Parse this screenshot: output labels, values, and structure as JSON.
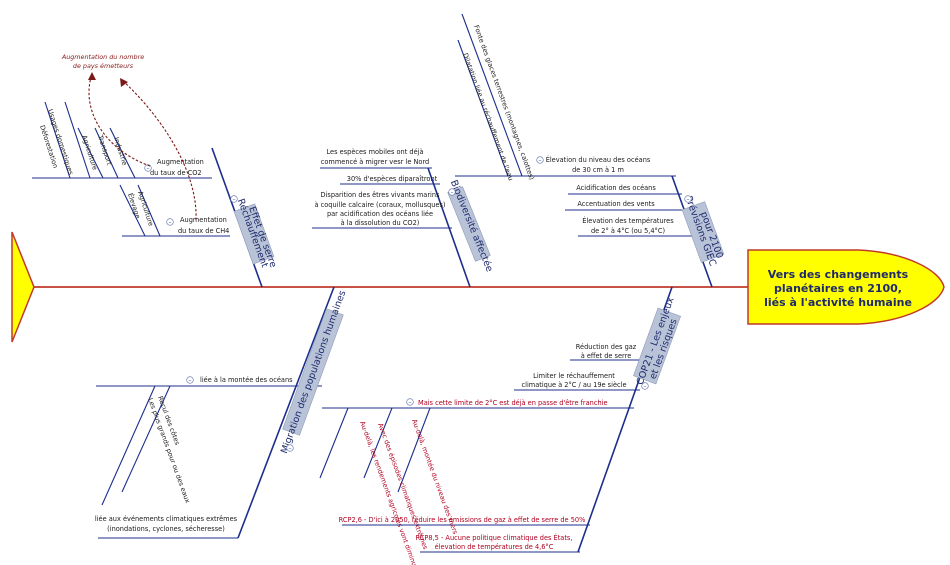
{
  "head": {
    "title_lines": [
      "Vers des changements",
      "planétaires en 2100,",
      "liés à l'activité humaine"
    ],
    "fill_color": "#ffff00",
    "border_color": "#c0392b"
  },
  "spine_color": "#c0392b",
  "branch_color": "#1d2f8c",
  "categories": {
    "rechauffement": [
      "Réchauffement",
      "Effet de serre"
    ],
    "biodiversite": [
      "Biodiversité affectée"
    ],
    "giec": [
      "Prévisions GIEC",
      "pour 2100"
    ],
    "migration": [
      "Migration des populations humaines"
    ],
    "cop21": [
      "COP21 - Les enjeux",
      "et les risques"
    ]
  },
  "rechauffement": {
    "co2": [
      "Augmentation",
      "du taux de CO2"
    ],
    "ch4": [
      "Augmentation",
      "du taux de CH4"
    ],
    "co2_causes": [
      "Usages domestiques",
      "Déforestation",
      "Agriculture",
      "Transport",
      "Industrie"
    ],
    "ch4_causes": [
      "Agriculture",
      "Élevage"
    ],
    "note": [
      "Augmentation du nombre",
      "de pays émetteurs"
    ]
  },
  "biodiversite": {
    "migrer": [
      "Les espèces mobiles ont déjà",
      "commencé à migrer vesr le Nord"
    ],
    "disparaitront": [
      "30% d'espèces diparaîtront"
    ],
    "disparition": [
      "Disparition des êtres vivants marins",
      "à coquille calcaire (coraux, mollusques)",
      "par acidification des océans liée",
      "à la dissolution du CO2)"
    ]
  },
  "giec": {
    "elevation_niveau": [
      "Élevation du niveau des océans",
      "de 30 cm à 1 m"
    ],
    "niveau_causes": [
      "Fonte des glaces terrestres (montagnes, calottes)",
      "Dilatation liée au réchauffement de l'eau"
    ],
    "acidification": "Acidification des océans",
    "vents": "Accentuation des vents",
    "temperatures": [
      "Élevation des températures",
      "de 2° à 4°C (ou 5,4°C)"
    ]
  },
  "migration": {
    "montee": "liée à la montée des océans",
    "montee_sub": [
      "Recul des côtes",
      "Les plus grands pour ou des eaux"
    ],
    "extremes": [
      "liée aux événements climatiques extrêmes",
      "(inondations, cyclones, sécheresse)"
    ]
  },
  "cop21": {
    "reduction": [
      "Réduction des gaz",
      "à effet de serre"
    ],
    "limiter": [
      "Limiter le réchauffement",
      "climatique à 2°C / au 19e siècle"
    ],
    "limite_passe": "Mais cette limite de 2°C est déjà en passe d'être franchie",
    "red_causes": [
      "Au-delà, les rendements agricoles vont diminuer",
      "Avec des épisodes climatiques extrêmes",
      "Au-delà, montée du niveau des mers"
    ],
    "rcp26": "RCP2,6 - D'ici à 2050, réduire les émissions de gaz à effet de serre de 50%",
    "rcp85": [
      "RCP8,5 - Aucune politique climatique des États,",
      "élevation de températures de 4,6°C"
    ]
  },
  "toggle_symbol": "–"
}
